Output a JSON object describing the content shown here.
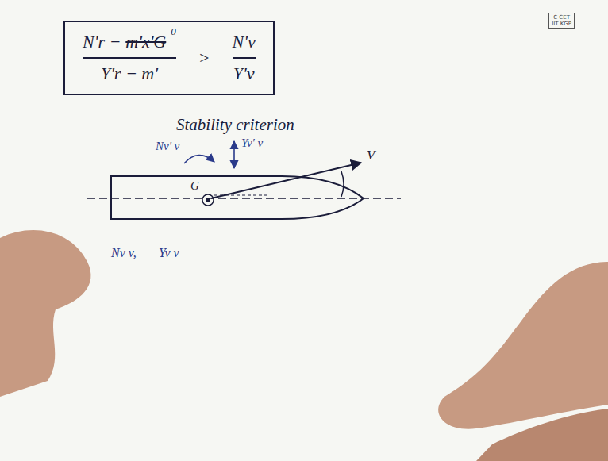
{
  "diagram": {
    "nodes": [
      {
        "text": [
          "N'r −",
          "m'x'G",
          "0",
          "Y'r − m'",
          ">",
          "N'v",
          "Y'v"
        ]
      },
      {
        "text": [
          "C CET",
          "IIT KGP"
        ]
      }
    ],
    "labels": [
      "Stability criterion",
      "Nv' v",
      "Yv' v",
      "G",
      "V",
      "Nv v,",
      "Yv v"
    ]
  }
}
